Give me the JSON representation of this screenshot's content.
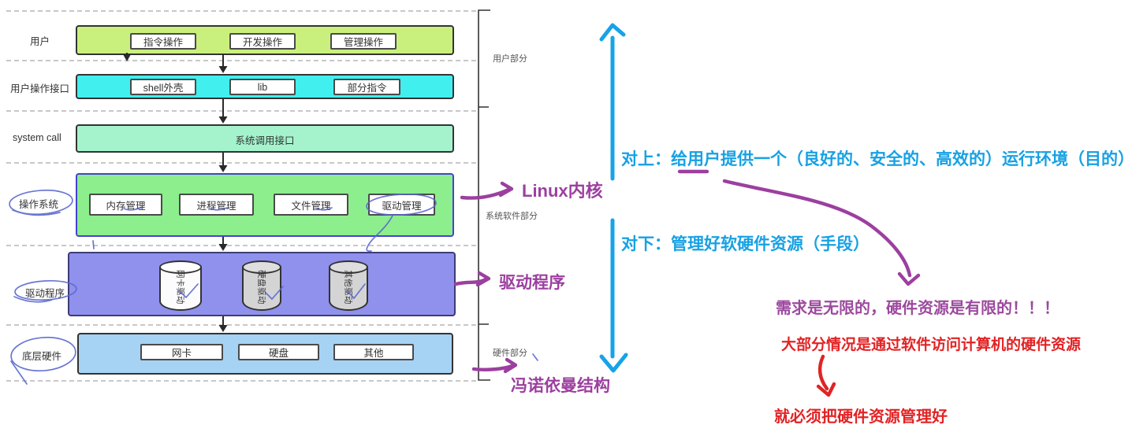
{
  "colors": {
    "marker_blue": "#16a3e8",
    "marker_purple": "#9c3f9f",
    "marker_red": "#e02424",
    "pen_blue": "#5b68cf",
    "row_user_fill": "#c9f07d",
    "row_interface_fill": "#41efef",
    "row_syscall_fill": "#a4f3cd",
    "row_os_fill": "#8cee8c",
    "row_os_border": "#4443cf",
    "row_driver_fill": "#9090ed",
    "row_hardware_fill": "#a6d2f4"
  },
  "diagram": {
    "rows": [
      {
        "label": "用户",
        "items": [
          "指令操作",
          "开发操作",
          "管理操作"
        ]
      },
      {
        "label": "用户操作接口",
        "items": [
          "shell外壳",
          "lib",
          "部分指令"
        ]
      },
      {
        "label": "system call",
        "center_text": "系统调用接口"
      },
      {
        "label": "操作系统",
        "items": [
          "内存管理",
          "进程管理",
          "文件管理",
          "驱动管理"
        ]
      },
      {
        "label": "驱动程序",
        "cylinders": [
          "网卡驱动",
          "硬盘驱动",
          "其他驱动"
        ]
      },
      {
        "label": "底层硬件",
        "items": [
          "网卡",
          "硬盘",
          "其他"
        ]
      }
    ],
    "bracket_labels": [
      "用户部分",
      "系统软件部分",
      "硬件部分"
    ]
  },
  "annotations": {
    "linux_kernel": "Linux内核",
    "driver": "驱动程序",
    "von_neumann": "冯诺依曼结构",
    "to_up": "对上：给用户提供一个（良好的、安全的、高效的）运行环境（目的）",
    "to_down": "对下：管理好软硬件资源（手段）",
    "demand": "需求是无限的，硬件资源是有限的！！！",
    "most_cases": "大部分情况是通过软件访问计算机的硬件资源",
    "must_manage": "就必须把硬件资源管理好"
  }
}
